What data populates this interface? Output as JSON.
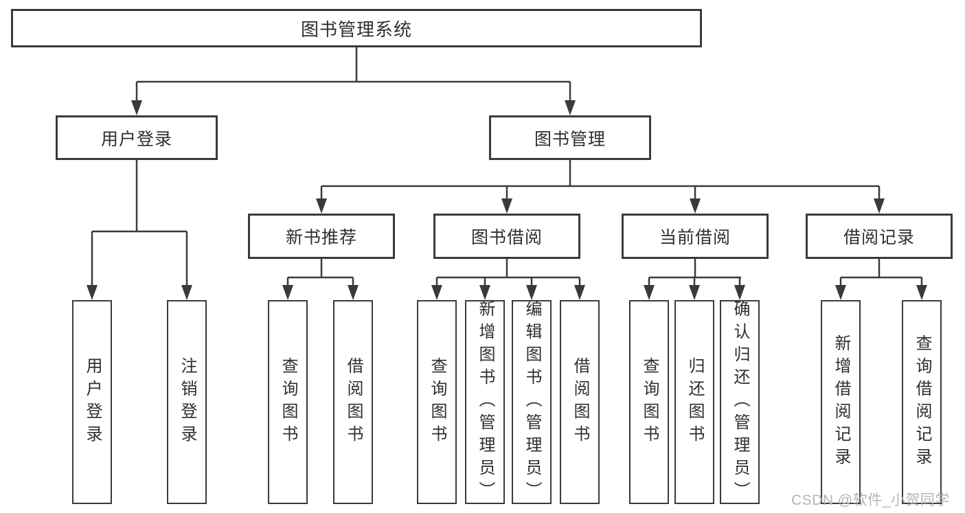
{
  "tree": {
    "root": {
      "label": "图书管理系统"
    },
    "level2": [
      {
        "label": "用户登录"
      },
      {
        "label": "图书管理"
      }
    ],
    "level3": [
      {
        "label": "新书推荐"
      },
      {
        "label": "图书借阅"
      },
      {
        "label": "当前借阅"
      },
      {
        "label": "借阅记录"
      }
    ],
    "leaves": {
      "user_login": [
        "用户登录",
        "注销登录"
      ],
      "new_book_recommend": [
        "查询图书",
        "借阅图书"
      ],
      "book_borrow": [
        "查询图书",
        "新增图书（管理员）",
        "编辑图书（管理员）",
        "借阅图书"
      ],
      "current_borrow": [
        "查询图书",
        "归还图书",
        "确认归还（管理员）"
      ],
      "borrow_records": [
        "新增借阅记录",
        "查询借阅记录"
      ]
    }
  },
  "watermark": "CSDN @软件_小贺同学",
  "colors": {
    "line": "#3a3a3a",
    "text": "#2f2f2f",
    "watermark": "#b5b5b5",
    "background": "#ffffff"
  }
}
